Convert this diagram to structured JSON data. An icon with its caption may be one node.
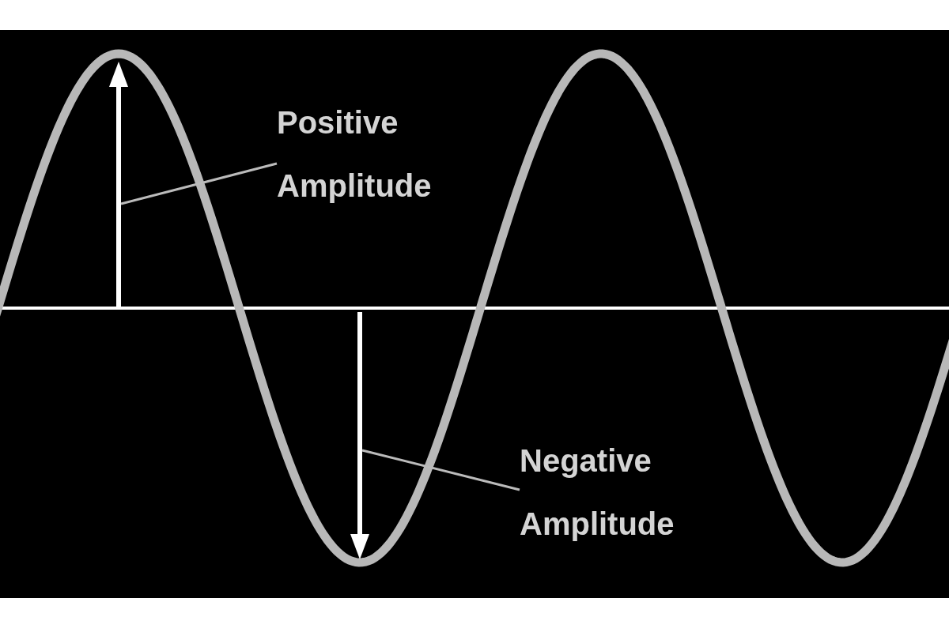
{
  "diagram": {
    "nodes": [
      {
        "text": [
          "Positive Amplitude"
        ]
      },
      {
        "text": [],
        "shape": "arrow"
      },
      {
        "text": [
          "Negative Amplitude"
        ]
      },
      {
        "text": [],
        "shape": "arrow"
      }
    ],
    "edges": [
      {
        "from": 0,
        "to": 1,
        "arrow": "none"
      },
      {
        "from": 2,
        "to": 3,
        "arrow": "none"
      }
    ]
  }
}
